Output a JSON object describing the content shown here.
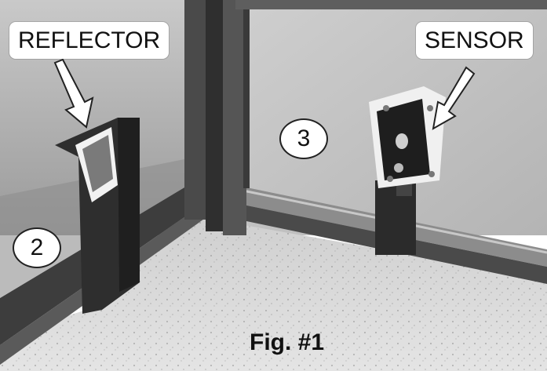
{
  "labels": {
    "reflector": "REFLECTOR",
    "sensor": "SENSOR",
    "marker_2": "2",
    "marker_3": "3",
    "figure": "Fig. #1"
  },
  "colors": {
    "label_background": "#ffffff",
    "label_text": "#111111",
    "frame": "#3a3a3a",
    "glass": "#b9b9b9",
    "floor": "#d8d8d8"
  },
  "icons": {
    "arrow": "down-pointing-arrow-icon"
  }
}
